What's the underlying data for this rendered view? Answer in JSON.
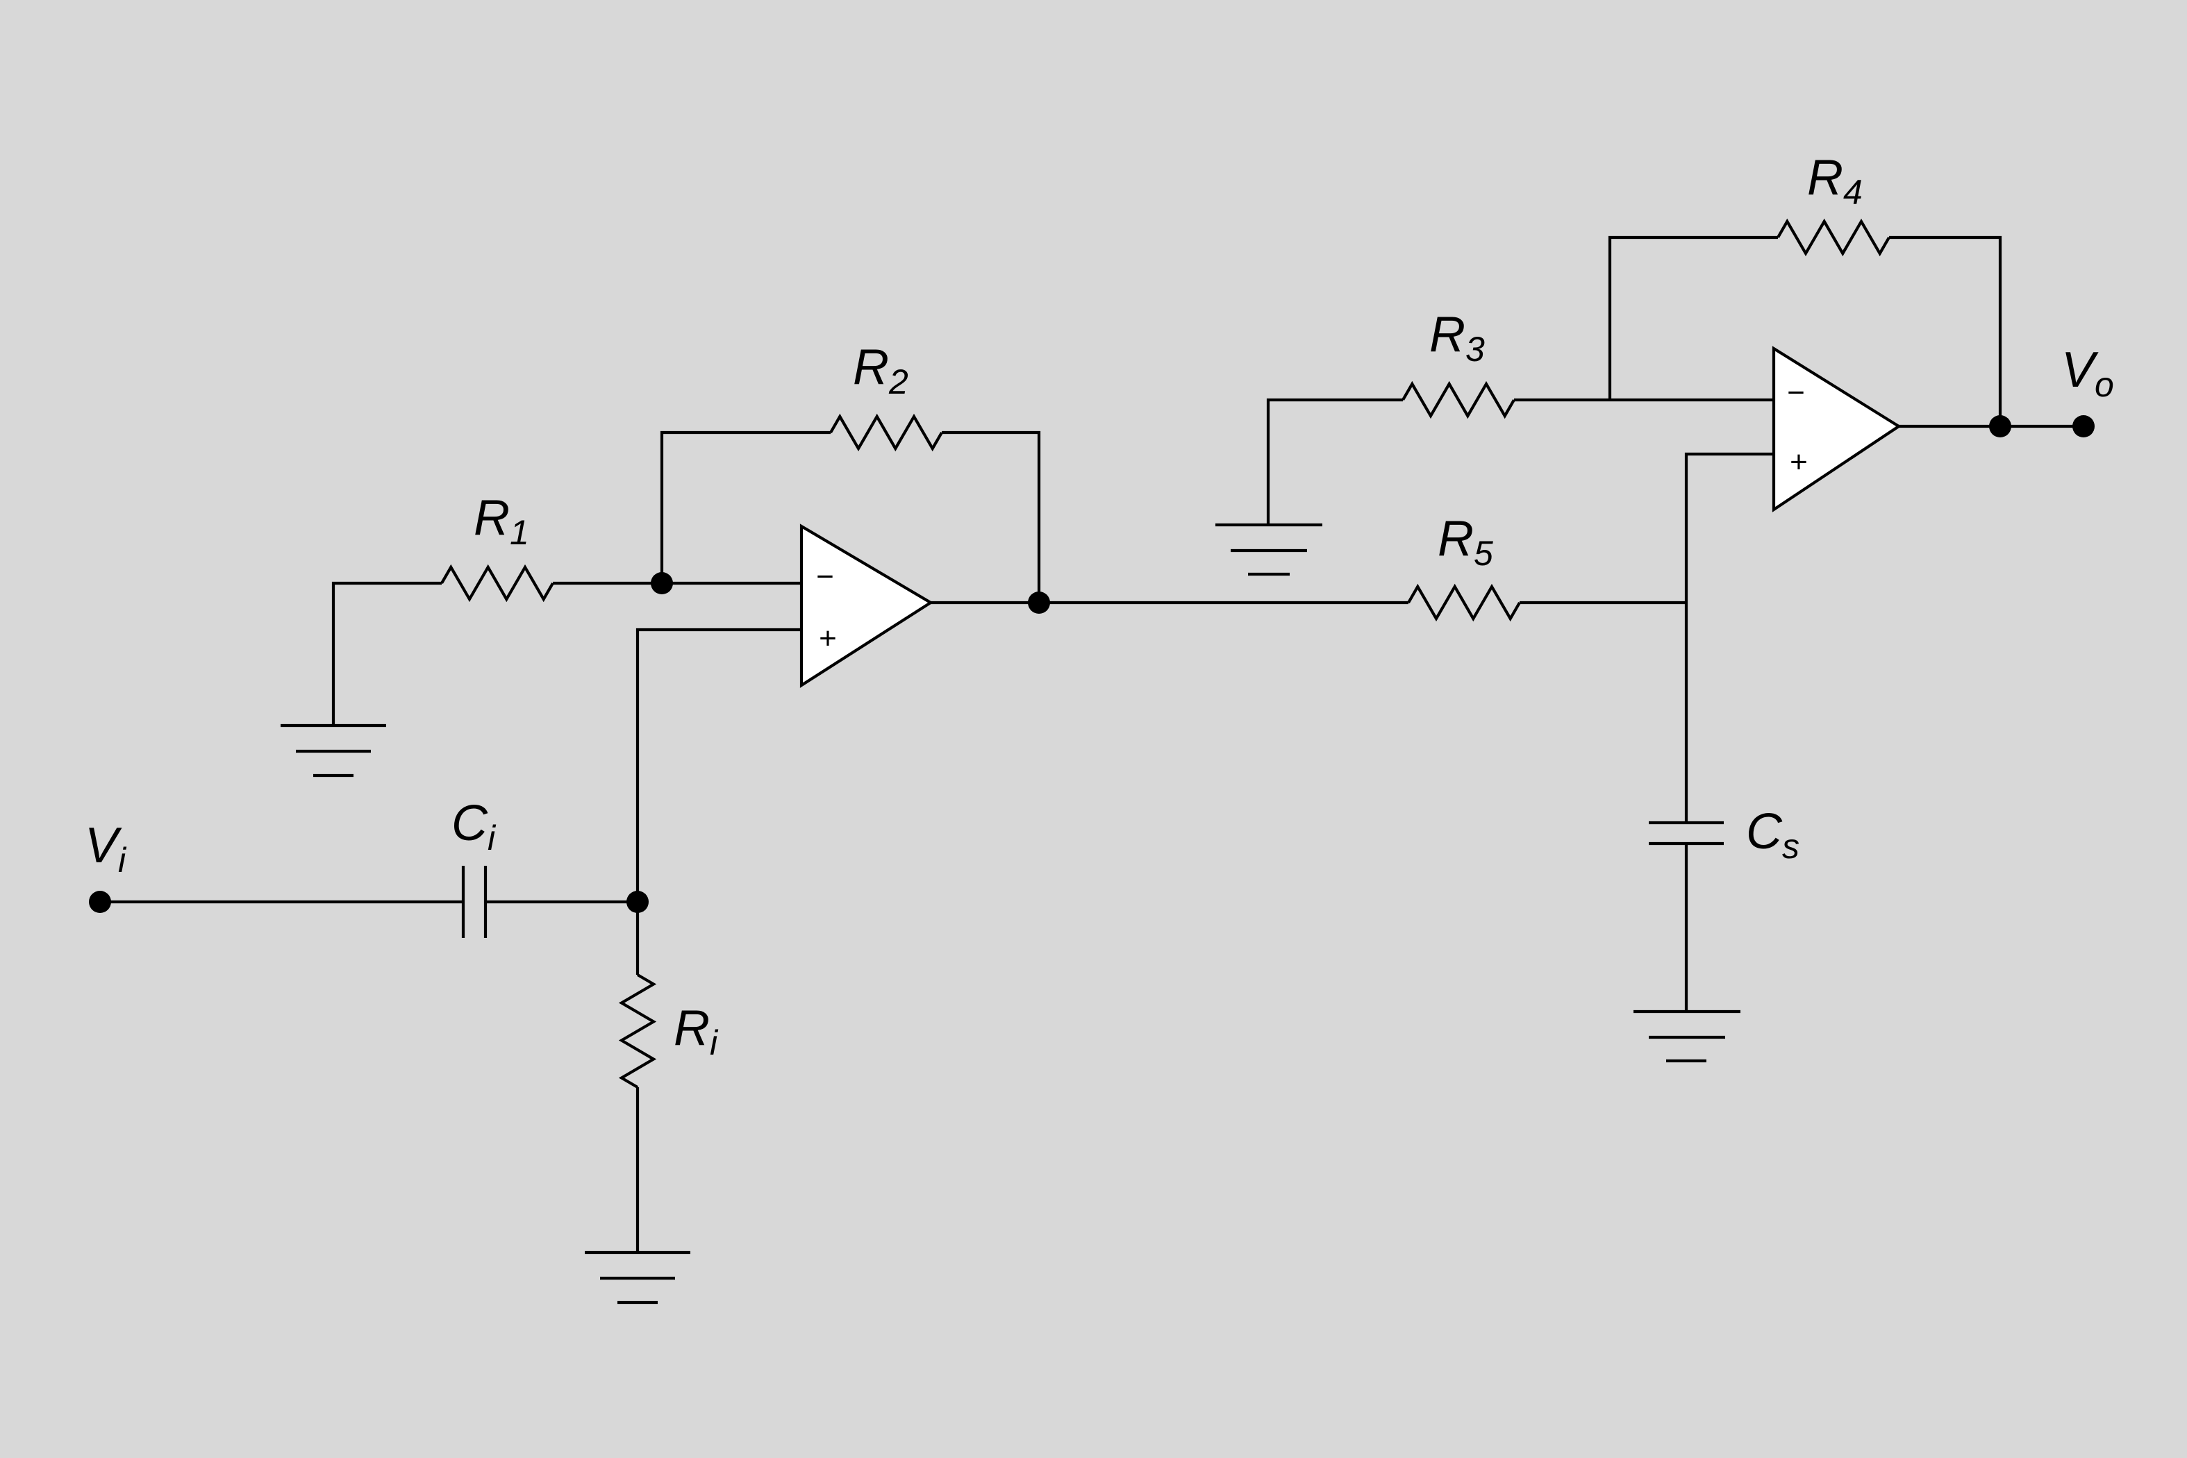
{
  "colors": {
    "background": "#d8d8d8",
    "stroke": "#000000",
    "amp_fill": "#ffffff"
  },
  "labels": {
    "r1": {
      "main": "R",
      "sub": "1"
    },
    "r2": {
      "main": "R",
      "sub": "2"
    },
    "r3": {
      "main": "R",
      "sub": "3"
    },
    "r4": {
      "main": "R",
      "sub": "4"
    },
    "r5": {
      "main": "R",
      "sub": "5"
    },
    "ri": {
      "main": "R",
      "sub": "i"
    },
    "ci": {
      "main": "C",
      "sub": "i"
    },
    "cs": {
      "main": "C",
      "sub": "s"
    },
    "vi": {
      "main": "V",
      "sub": "i"
    },
    "vo": {
      "main": "V",
      "sub": "o"
    }
  },
  "opamp_pins": {
    "inverting": "−",
    "noninverting": "+"
  },
  "components": [
    {
      "id": "opamp1",
      "type": "op-amp"
    },
    {
      "id": "opamp2",
      "type": "op-amp"
    },
    {
      "id": "r1",
      "type": "resistor"
    },
    {
      "id": "r2",
      "type": "resistor"
    },
    {
      "id": "r3",
      "type": "resistor"
    },
    {
      "id": "r4",
      "type": "resistor"
    },
    {
      "id": "r5",
      "type": "resistor"
    },
    {
      "id": "ri",
      "type": "resistor"
    },
    {
      "id": "ci",
      "type": "capacitor"
    },
    {
      "id": "cs",
      "type": "capacitor"
    }
  ]
}
